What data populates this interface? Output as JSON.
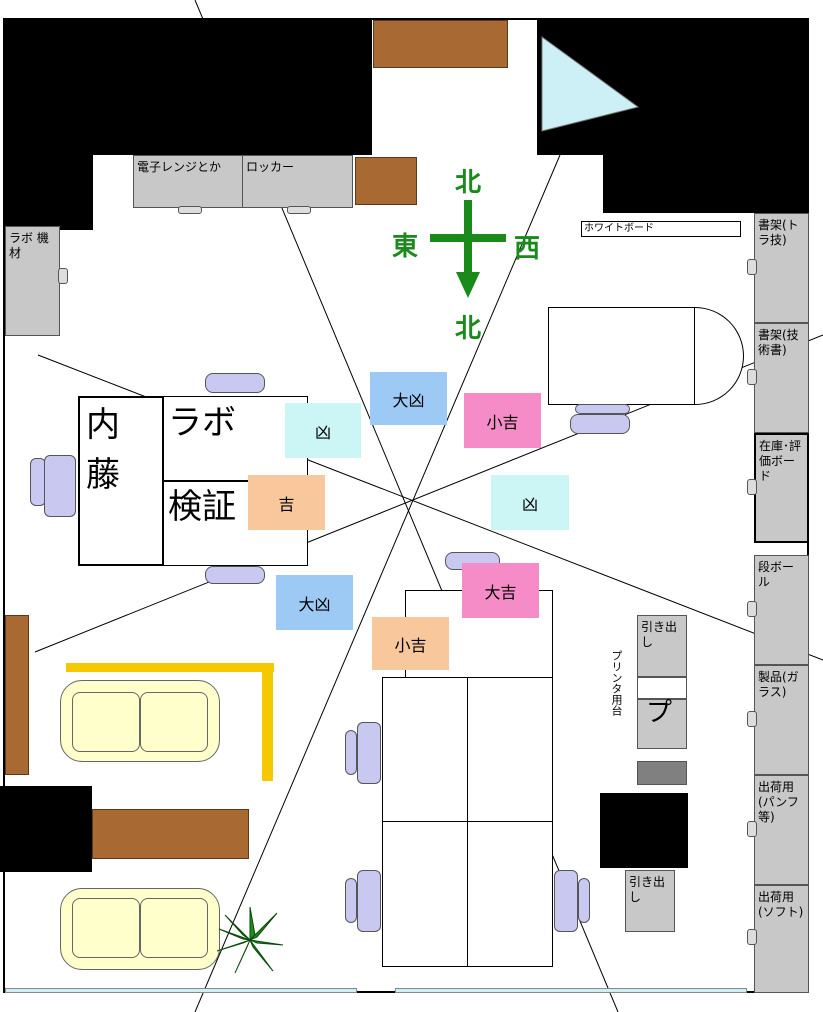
{
  "compass": {
    "north_top": "北",
    "north_bottom": "北",
    "east": "東",
    "west": "西",
    "color": "#1a8a1a"
  },
  "furniture": {
    "microwave": "電子レンジとか",
    "locker": "ロッカー",
    "lab_equipment": "ラボ 機材",
    "whiteboard": "ホワイトボード",
    "printer_stand": "プリンタ用台",
    "drawer_1": "引き出し",
    "drawer_2": "引き出し",
    "printer_label": "プ"
  },
  "desk_labels": {
    "naito_1": "内",
    "naito_2": "藤",
    "lab_1": "ラボ",
    "lab_2": "検証"
  },
  "shelves": [
    {
      "label": "書架(トラ技)"
    },
    {
      "label": "書架(技術書)"
    },
    {
      "label": "在庫･評価ボード"
    },
    {
      "label": "段ボール"
    },
    {
      "label": "製品(ガラス)"
    },
    {
      "label": "出荷用(パンフ等)"
    },
    {
      "label": "出荷用(ソフト)"
    }
  ],
  "fortunes": [
    {
      "text": "凶",
      "color": "#ccf5f5"
    },
    {
      "text": "大凶",
      "color": "#9ccaf5"
    },
    {
      "text": "小吉",
      "color": "#f58cc8"
    },
    {
      "text": "吉",
      "color": "#f8c89c"
    },
    {
      "text": "凶",
      "color": "#ccf5f5"
    },
    {
      "text": "大吉",
      "color": "#f58cc8"
    },
    {
      "text": "大凶",
      "color": "#9ccaf5"
    },
    {
      "text": "小吉",
      "color": "#f8c89c"
    }
  ],
  "colors": {
    "wall": "#000000",
    "brown_furniture": "#a86a32",
    "shelf_gray": "#c8c8c8",
    "chair": "#c8c8f0",
    "sofa": "#ffffcc",
    "sofa_rail": "#f5c800",
    "window": "#ccf0f5"
  }
}
